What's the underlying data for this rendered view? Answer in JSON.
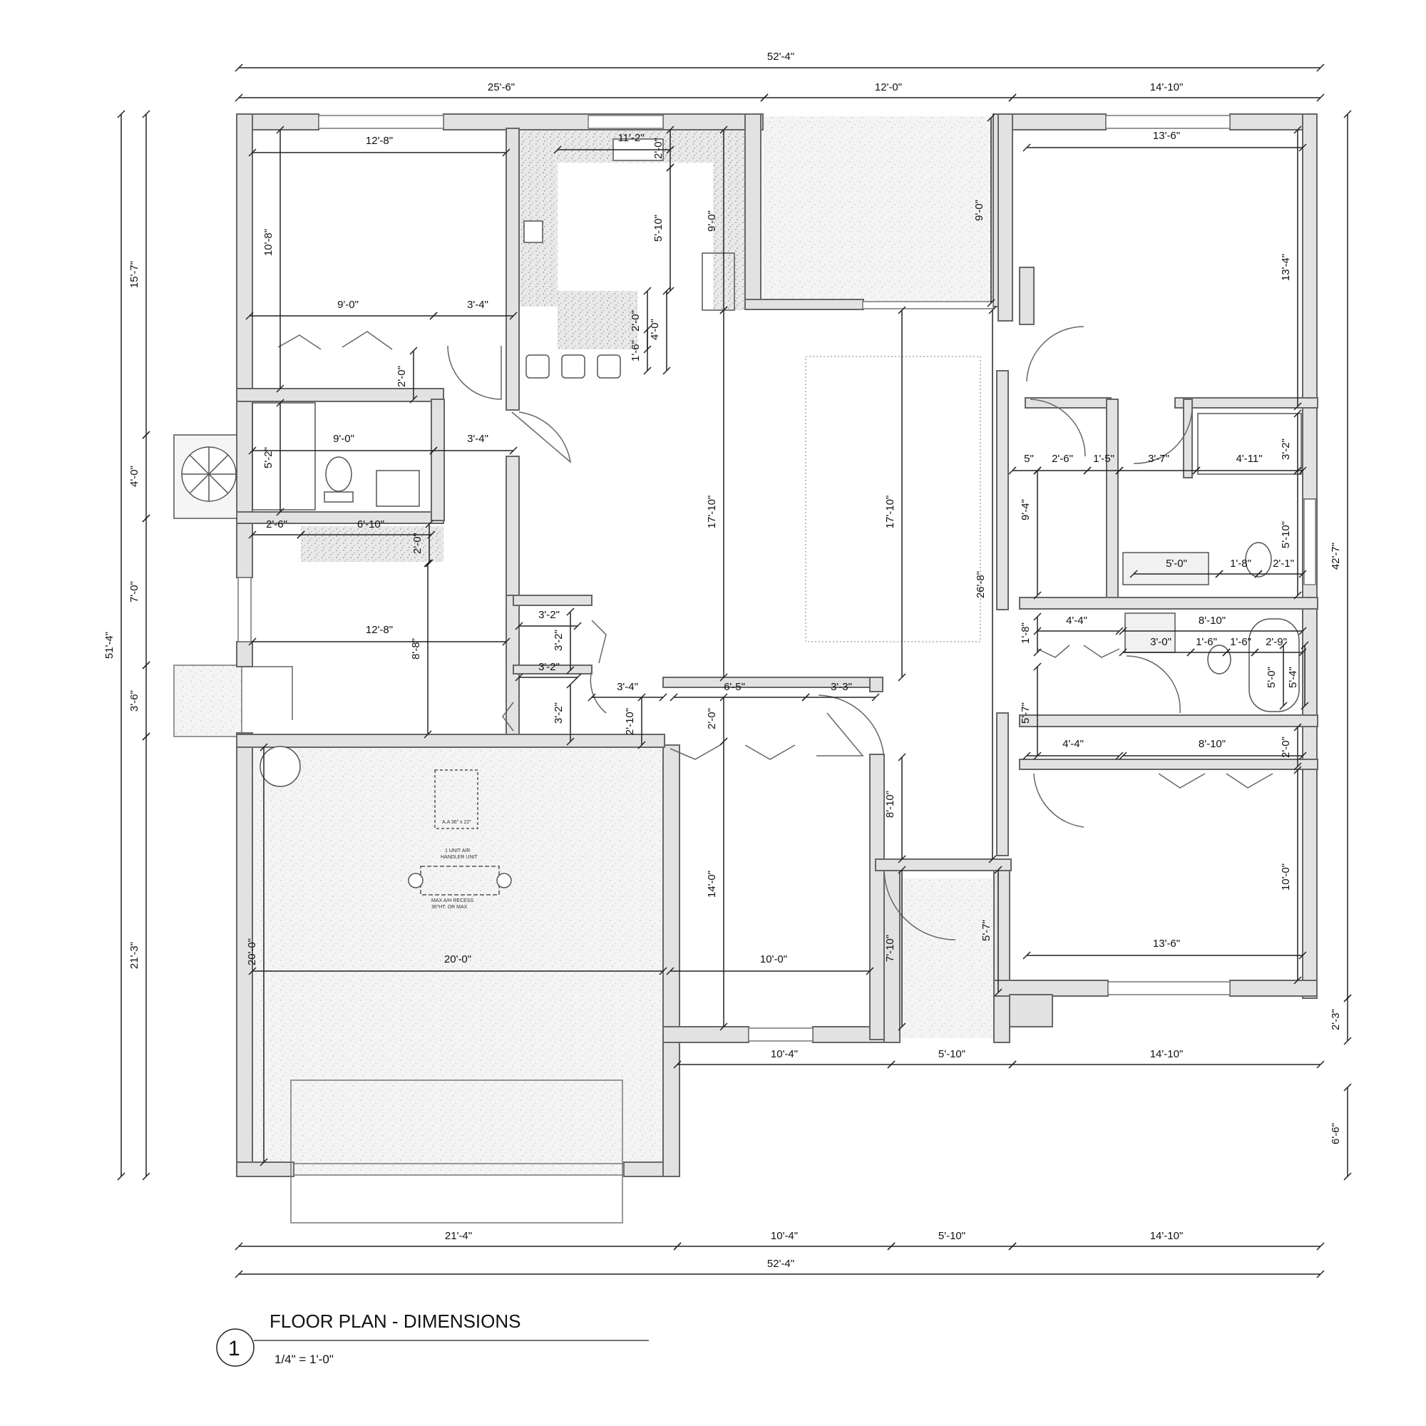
{
  "title": {
    "number": "1",
    "name": "FLOOR PLAN - DIMENSIONS",
    "scale": "1/4\" = 1'-0\""
  },
  "notes": {
    "attic_access": "A.A 36\" x 22\"",
    "air_handler_1": "1 UNIT AIR",
    "air_handler_2": "HANDLER UNIT",
    "recess_1": "MAX A/H RECESS",
    "recess_2": "36\"HT. OR MAX"
  },
  "dims": {
    "overall_top": "52'-4\"",
    "top_a": "25'-6\"",
    "top_b": "12'-0\"",
    "top_c": "14'-10\"",
    "overall_bottom": "52'-4\"",
    "bot_a": "21'-4\"",
    "bot_b": "10'-4\"",
    "bot_c": "5'-10\"",
    "bot_d": "14'-10\"",
    "inner_b": "10'-4\"",
    "inner_c": "5'-10\"",
    "inner_d": "14'-10\"",
    "left_overall": "51'-4\"",
    "left_a": "15'-7\"",
    "left_b": "4'-0\"",
    "left_c": "7'-0\"",
    "left_d": "3'-6\"",
    "left_e": "21'-3\"",
    "right_overall": "42'-7\"",
    "right_a": "2'-3\"",
    "right_b": "6'-6\"",
    "bed1_w": "12'-8\"",
    "bed1_h": "10'-8\"",
    "closet1_w": "9'-0\"",
    "closet1_x": "3'-4\"",
    "closet1_d": "2'-0\"",
    "bath1_w": "9'-0\"",
    "bath1_x": "3'-4\"",
    "bath1_h": "5'-2\"",
    "laundry_a": "2'-6\"",
    "laundry_b": "6'-10\"",
    "laundry_d": "2'-0\"",
    "room_w": "12'-8\"",
    "room_h": "8'-8\"",
    "kitchen_w": "11'-2\"",
    "kitchen_a": "2'-0\"",
    "kitchen_b": "5'-10\"",
    "kitchen_c": "9'-0\"",
    "kitchen_d": "2'-0\"",
    "kitchen_e": "4'-0\"",
    "kitchen_f": "1'-6\"",
    "patio_h": "9'-0\"",
    "living_h1": "17'-10\"",
    "living_h2": "17'-10\"",
    "hall_h": "26'-8\"",
    "closet_a": "3'-2\"",
    "closet_b": "3'-2\"",
    "closet_c": "3'-2\"",
    "closet_d": "3'-2\"",
    "closet_e": "3'-4\"",
    "closet_f": "2'-10\"",
    "bed2_a": "6'-5\"",
    "bed2_b": "3'-3\"",
    "bed2_c": "2'-0\"",
    "bed2_h": "14'-0\"",
    "bed2_w": "10'-0\"",
    "foyer_a": "8'-10\"",
    "foyer_b": "7'-10\"",
    "foyer_c": "5'-7\"",
    "garage_w": "20'-0\"",
    "garage_h": "20'-0\"",
    "master_w": "13'-6\"",
    "master_h": "13'-4\"",
    "mb_a": "5\"",
    "mb_b": "2'-6\"",
    "mb_c": "1'-5\"",
    "mb_d": "3'-7\"",
    "mb_e": "4'-11\"",
    "mb_f": "3'-2\"",
    "mb_g": "9'-4\"",
    "mb_h": "5'-10\"",
    "mb_i": "5'-0\"",
    "mb_j": "1'-8\"",
    "mb_k": "2'-1\"",
    "bath2_a": "1'-8\"",
    "bath2_b": "4'-4\"",
    "bath2_c": "8'-10\"",
    "bath2_d": "3'-0\"",
    "bath2_e": "1'-6\"",
    "bath2_f": "1'-6\"",
    "bath2_g": "2'-9\"",
    "bath2_h": "5'-0\"",
    "bath2_i": "5'-4\"",
    "hall2_a": "5'-7\"",
    "hall2_b": "4'-4\"",
    "bed3_a": "8'-10\"",
    "bed3_b": "2'-0\"",
    "bed3_h": "10'-0\"",
    "bed3_w": "13'-6\""
  }
}
